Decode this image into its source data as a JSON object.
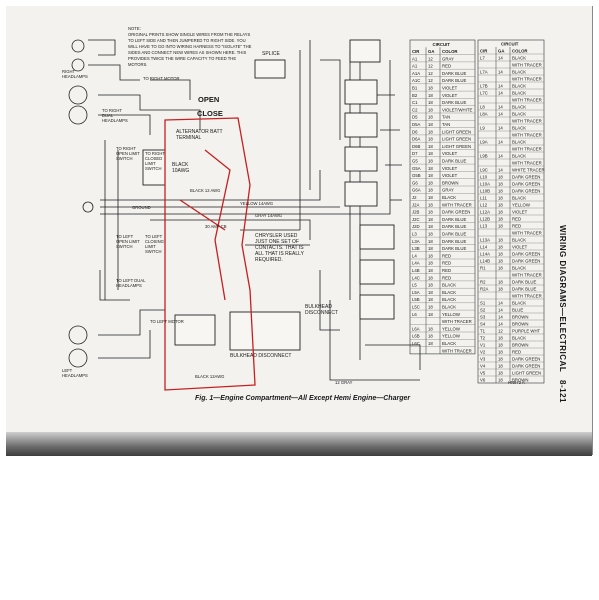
{
  "note": {
    "lines": [
      "NOTE:",
      "ORIGINAL PRINTS SHOW SINGLE  WIRES FROM THE RELAYS",
      "TO LEFT SIDE AND THEN JUMPERED TO RIGHT SIDE. YOU",
      "WILL HAVE TO GO INTO WIRING HARNESS TO \"ISOLATE\" THE",
      "SIDES AND CONNECT NEW WIRES AS SHOWN HERE. THIS",
      "PROVIDES TWICE THE WIRE CAPACITY TO FEED THE",
      "MOTORS."
    ]
  },
  "labels": {
    "open": "OPEN",
    "close": "CLOSE",
    "splice": "SPLICE",
    "alternator": [
      "ALTERNATOR BATT",
      "TERMINAL"
    ],
    "black_10awg": [
      "BLACK",
      "10AWG"
    ],
    "black_12awg": "BLACK 12 AWG",
    "yellow_14awg": "YELLOW 14AWG",
    "gray_14awg": "GRAY 14AWG",
    "chrysler_note": [
      "CHRYSLER USED",
      "JUST ONE SET OF",
      "CONTACTS. THAT IS",
      "ALL THAT IS REALLY",
      "REQUIRED."
    ],
    "bulkhead": [
      "BULKHEAD",
      "DISCONNECT"
    ],
    "bulkhead_disconnect": "BULKHEAD DISCONNECT",
    "amp_cb": "30 AMP CB",
    "to_right_motor": "TO RIGHT MOTOR",
    "ground": "GROUND",
    "to_left_motor": "TO LEFT MOTOR",
    "right_headlamps": [
      "RIGHT",
      "HEADLAMPS"
    ],
    "left_headlamps": [
      "LEFT",
      "HEADLAMPS"
    ],
    "to_right_open_limit": [
      "TO RIGHT",
      "OPEN LIMIT",
      "SWITCH"
    ],
    "right_closed_limit": [
      "TO RIGHT",
      "CLOSED",
      "LIMIT",
      "SWITCH"
    ],
    "to_left_open_limit": [
      "TO LEFT",
      "OPEN LIMIT",
      "SWITCH"
    ],
    "left_closing_limit": [
      "TO LEFT",
      "CLOSING",
      "LIMIT",
      "SWITCH"
    ],
    "to_left_dual": [
      "TO LEFT DUAL",
      "HEADLAMPS"
    ],
    "to_right_dual": [
      "TO RIGHT",
      "DUAL",
      "HEADLAMPS"
    ],
    "black_12awg_bottom": "BLACK 12AWG",
    "gray_bottom": "12 GRAY",
    "hemi": "HN972 A"
  },
  "caption": "Fig. 1—Engine Compartment—All Except Hemi Engine—Charger",
  "side_title": "WIRING DIAGRAMS—ELECTRICAL",
  "page_number": "8-121",
  "table_left": {
    "title": "CIRCUIT",
    "headers": [
      "CIR",
      "GA",
      "COLOR"
    ],
    "rows": [
      [
        "A1",
        "12",
        "GRAY"
      ],
      [
        "A1",
        "12",
        "RED"
      ],
      [
        "A1A",
        "12",
        "DARK BLUE"
      ],
      [
        "A1C",
        "12",
        "DARK BLUE"
      ],
      [
        "B1",
        "18",
        "VIOLET"
      ],
      [
        "B2",
        "18",
        "VIOLET"
      ],
      [
        "C1",
        "18",
        "DARK BLUE"
      ],
      [
        "C2",
        "18",
        "VIOLET/WHITE"
      ],
      [
        "D5",
        "18",
        "TAN"
      ],
      [
        "D5A",
        "18",
        "TAN"
      ],
      [
        "D6",
        "18",
        "LIGHT GREEN"
      ],
      [
        "D6A",
        "18",
        "LIGHT GREEN"
      ],
      [
        "D6B",
        "18",
        "LIGHT GREEN"
      ],
      [
        "D7",
        "18",
        "VIOLET"
      ],
      [
        "G5",
        "18",
        "DARK BLUE"
      ],
      [
        "G5A",
        "18",
        "VIOLET"
      ],
      [
        "G5B",
        "18",
        "VIOLET"
      ],
      [
        "G6",
        "18",
        "BROWN"
      ],
      [
        "G6A",
        "18",
        "GRAY"
      ],
      [
        "J2",
        "18",
        "BLACK"
      ],
      [
        "J2A",
        "18",
        "WITH TRACER"
      ],
      [
        "J2B",
        "18",
        "DARK GREEN"
      ],
      [
        "J2C",
        "18",
        "DARK BLUE"
      ],
      [
        "J2D",
        "18",
        "DARK BLUE"
      ],
      [
        "L3",
        "18",
        "DARK BLUE"
      ],
      [
        "L3A",
        "18",
        "DARK BLUE"
      ],
      [
        "L3B",
        "18",
        "DARK BLUE"
      ],
      [
        "L4",
        "18",
        "RED"
      ],
      [
        "L4A",
        "18",
        "RED"
      ],
      [
        "L4B",
        "18",
        "RED"
      ],
      [
        "L4C",
        "18",
        "RED"
      ],
      [
        "L5",
        "18",
        "BLACK"
      ],
      [
        "L5A",
        "18",
        "BLACK"
      ],
      [
        "L5B",
        "18",
        "BLACK"
      ],
      [
        "L5C",
        "18",
        "BLACK"
      ],
      [
        "L6",
        "18",
        "YELLOW"
      ],
      [
        "",
        "",
        "WITH TRACER"
      ],
      [
        "L6A",
        "18",
        "YELLOW"
      ],
      [
        "L6B",
        "18",
        "YELLOW"
      ],
      [
        "L6C",
        "18",
        "BLACK"
      ],
      [
        "",
        "",
        "WITH TRACER"
      ]
    ]
  },
  "table_right": {
    "title": "CIRCUIT",
    "headers": [
      "CIR",
      "GA",
      "COLOR"
    ],
    "rows": [
      [
        "L7",
        "14",
        "BLACK"
      ],
      [
        "",
        "",
        "WITH TRACER"
      ],
      [
        "L7A",
        "14",
        "BLACK"
      ],
      [
        "",
        "",
        "WITH TRACER"
      ],
      [
        "L7B",
        "14",
        "BLACK"
      ],
      [
        "L7C",
        "14",
        "BLACK"
      ],
      [
        "",
        "",
        "WITH TRACER"
      ],
      [
        "L8",
        "14",
        "BLACK"
      ],
      [
        "L8A",
        "14",
        "BLACK"
      ],
      [
        "",
        "",
        "WITH TRACER"
      ],
      [
        "L9",
        "14",
        "BLACK"
      ],
      [
        "",
        "",
        "WITH TRACER"
      ],
      [
        "L9A",
        "14",
        "BLACK"
      ],
      [
        "",
        "",
        "WITH TRACER"
      ],
      [
        "L9B",
        "14",
        "BLACK"
      ],
      [
        "",
        "",
        "WITH TRACER"
      ],
      [
        "L9C",
        "14",
        "WHITE TRACER"
      ],
      [
        "L10",
        "18",
        "DARK GREEN"
      ],
      [
        "L10A",
        "18",
        "DARK GREEN"
      ],
      [
        "L10B",
        "18",
        "DARK GREEN"
      ],
      [
        "L11",
        "18",
        "BLACK"
      ],
      [
        "L12",
        "18",
        "YELLOW"
      ],
      [
        "L12A",
        "18",
        "VIOLET"
      ],
      [
        "L12B",
        "18",
        "RED"
      ],
      [
        "L13",
        "18",
        "RED"
      ],
      [
        "",
        "",
        "WITH TRACER"
      ],
      [
        "L13A",
        "18",
        "BLACK"
      ],
      [
        "L14",
        "18",
        "VIOLET"
      ],
      [
        "L14A",
        "18",
        "DARK GREEN"
      ],
      [
        "L14B",
        "18",
        "DARK GREEN"
      ],
      [
        "R1",
        "18",
        "BLACK"
      ],
      [
        "",
        "",
        "WITH TRACER"
      ],
      [
        "R2",
        "18",
        "DARK BLUE"
      ],
      [
        "R2A",
        "18",
        "DARK BLUE"
      ],
      [
        "",
        "",
        "WITH TRACER"
      ],
      [
        "S1",
        "14",
        "BLACK"
      ],
      [
        "S2",
        "14",
        "BLUE"
      ],
      [
        "S3",
        "14",
        "BROWN"
      ],
      [
        "S4",
        "14",
        "BROWN"
      ],
      [
        "T1",
        "12",
        "PURPLE WHT"
      ],
      [
        "T2",
        "18",
        "BLACK"
      ],
      [
        "V1",
        "18",
        "BROWN"
      ],
      [
        "V2",
        "18",
        "RED"
      ],
      [
        "V3",
        "18",
        "DARK GREEN"
      ],
      [
        "V4",
        "18",
        "DARK GREEN"
      ],
      [
        "V5",
        "18",
        "LIGHT GREEN"
      ],
      [
        "V6",
        "18",
        "BROWN"
      ]
    ]
  }
}
